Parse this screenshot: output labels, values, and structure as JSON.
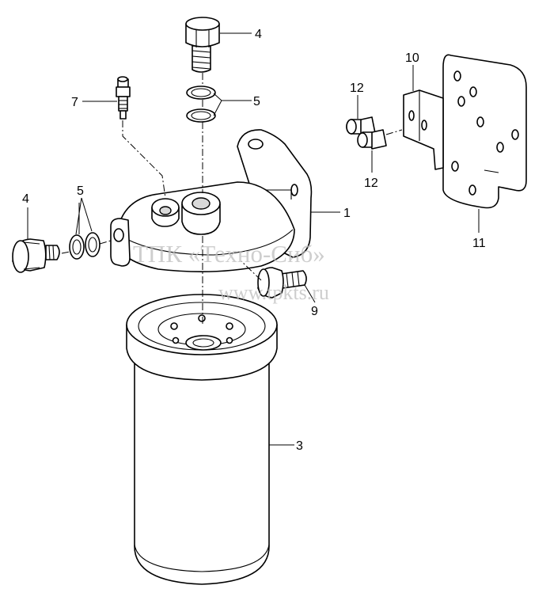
{
  "callouts": {
    "c1": "1",
    "c3": "3",
    "c4a": "4",
    "c4b": "4",
    "c5a": "5",
    "c5b": "5",
    "c7": "7",
    "c9": "9",
    "c10": "10",
    "c11": "11",
    "c12a": "12",
    "c12b": "12"
  },
  "watermark": {
    "line1": "ТПК «Техно-Сиб»",
    "line2": "www.tpkts.ru"
  }
}
